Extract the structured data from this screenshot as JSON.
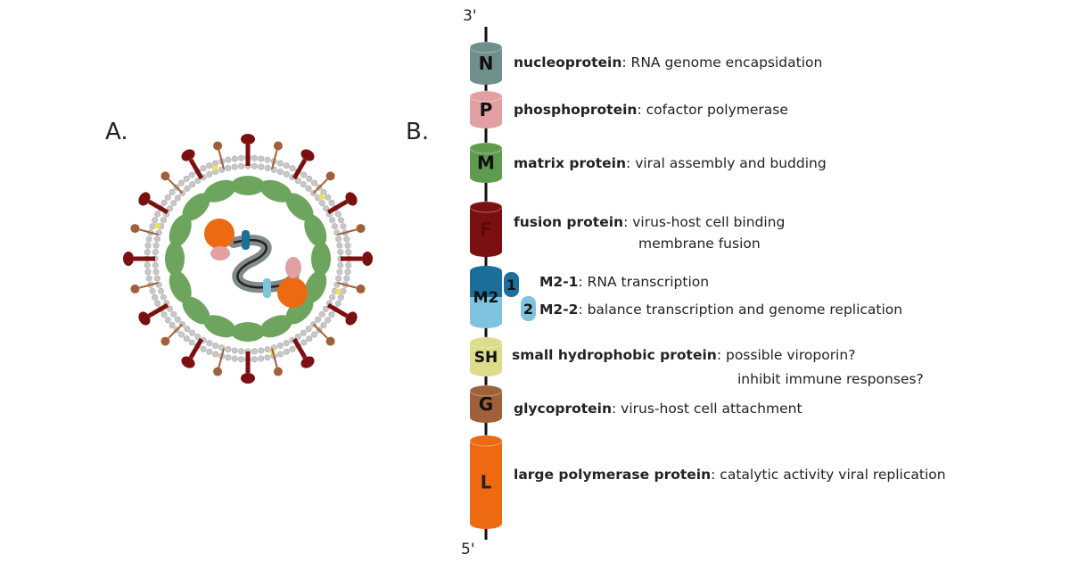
{
  "panel_a": {
    "label": "A."
  },
  "panel_b": {
    "label": "B.",
    "end_top": "3'",
    "end_bottom": "5'",
    "genes": [
      {
        "letter": "N",
        "name": "nucleoprotein",
        "function": "RNA genome encapsidation",
        "color": "#6f8f8a"
      },
      {
        "letter": "P",
        "name": "phosphoprotein",
        "function": "cofactor polymerase",
        "color": "#e3a0a2"
      },
      {
        "letter": "M",
        "name": "matrix protein",
        "function": "viral assembly and budding",
        "color": "#5e9b4f"
      },
      {
        "letter": "F",
        "name": "fusion protein",
        "function": "virus-host cell binding",
        "function_2": "membrane fusion",
        "color": "#7c0f10"
      },
      {
        "letter": "M2",
        "sub_1": "1",
        "sub_2": "2",
        "name_1": "M2-1",
        "function_1": "RNA transcription",
        "name_2": "M2-2",
        "function_2": "balance transcription and genome replication",
        "color": "#1d6f9b",
        "color_2": "#7ec4df"
      },
      {
        "letter": "SH",
        "name": "small hydrophobic protein",
        "function": "possible viroporin?",
        "function_2": "inhibit immune responses?",
        "color": "#dcdc8a"
      },
      {
        "letter": "G",
        "name": "glycoprotein",
        "function": "virus-host cell attachment",
        "color": "#a0603a"
      },
      {
        "letter": "L",
        "name": "large polymerase protein",
        "function": "catalytic activity viral replication",
        "color": "#ee6a12"
      }
    ]
  },
  "colors": {
    "membrane": "#c8c8c8",
    "matrix_green": "#6ea55e",
    "f_protein": "#7c0f10",
    "g_protein": "#a0603a",
    "sh_protein": "#e8e35a",
    "polymerase_orange": "#ee6a12",
    "nucleocapsid_gray": "#808a88"
  }
}
